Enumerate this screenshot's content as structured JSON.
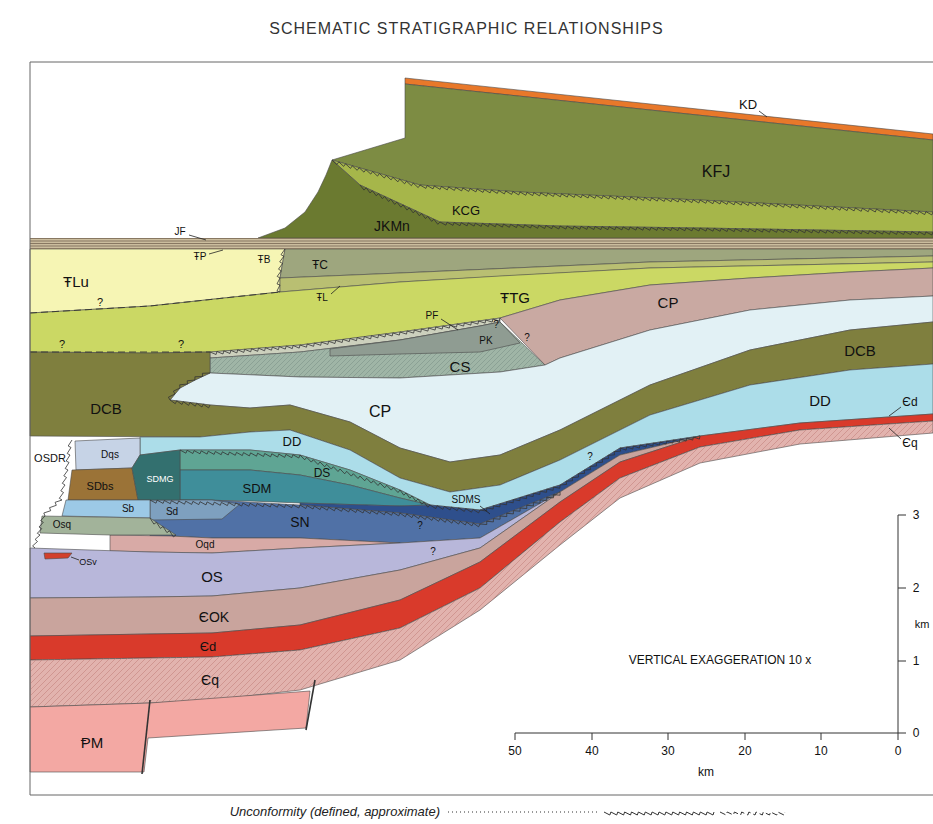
{
  "diagram": {
    "title": "SCHEMATIC STRATIGRAPHIC RELATIONSHIPS",
    "labels": [
      "KD",
      "KFJ",
      "KCG",
      "JKMn",
      "JF",
      "ŦP",
      "ŦB",
      "ŦLu",
      "ŦC",
      "ŦL",
      "ŦTG",
      "CP",
      "PF",
      "PK",
      "CS",
      "DCB",
      "DCB",
      "CP",
      "DD",
      "Єd",
      "Єq",
      "OSDR",
      "Dqs",
      "DD",
      "DS",
      "SDbs",
      "SDMG",
      "SDM",
      "SDMS",
      "Sb",
      "Sd",
      "SN",
      "Osq",
      "Oqd",
      "OSv",
      "OS",
      "ЄOK",
      "Єd",
      "Єq",
      "ⱣM",
      "VERTICAL EXAGGERATION 10 x",
      "3",
      "2",
      "1",
      "0",
      "km",
      "50",
      "40",
      "30",
      "20",
      "10",
      "0",
      "km",
      "?",
      "?",
      "?",
      "?",
      "?",
      "?",
      "?",
      "?"
    ],
    "legend": [
      {
        "text": "Unconformity (defined, approximate)"
      }
    ]
  }
}
